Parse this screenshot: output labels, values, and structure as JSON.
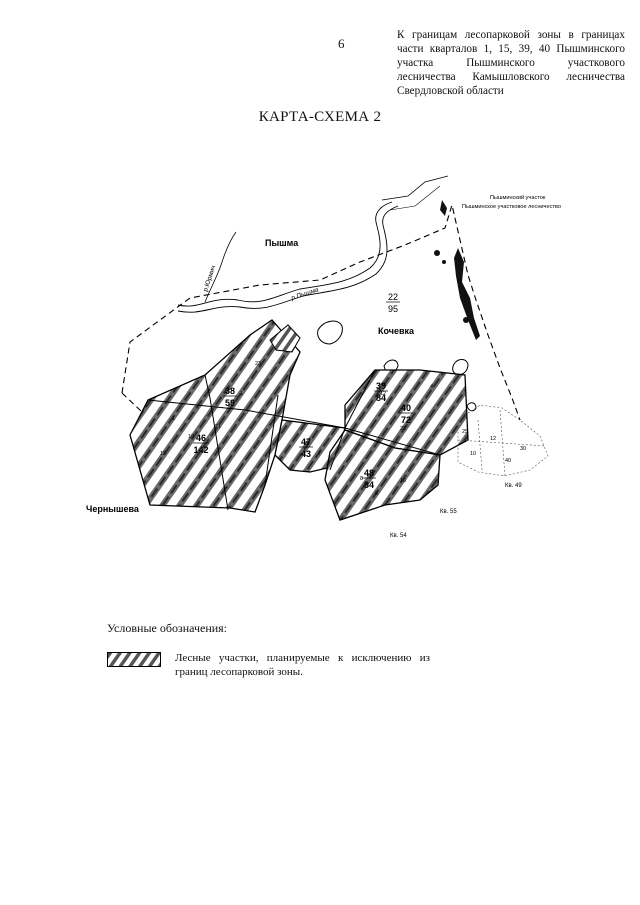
{
  "page_number": "6",
  "header_note": "К границам лесопарковой зоны в границах части кварталов 1, 15, 39, 40 Пышминского участка Пышминского участкового лесничества Камышловского лесничества Свердловской области",
  "map_title": "КАРТА-СХЕМА 2",
  "places": {
    "pyshma": "Пышма",
    "kochevka": "Кочевка",
    "chernysheva": "Чернышева"
  },
  "rivers": {
    "yurmich": "р.Юрмич",
    "pyshma": "р.Пышма"
  },
  "district_label_line1": "Пышминский участок",
  "district_label_line2": "Пышминское участковое лесничество",
  "quarters": [
    {
      "num": "22",
      "area": "95"
    },
    {
      "num": "38",
      "area": "59"
    },
    {
      "num": "39",
      "area": "84"
    },
    {
      "num": "40",
      "area": "72"
    },
    {
      "num": "46",
      "area": "142"
    },
    {
      "num": "47",
      "area": "43"
    },
    {
      "num": "48",
      "area": "84"
    }
  ],
  "adjacent_quarters": [
    "Кв. 49",
    "Кв. 55",
    "Кв. 54"
  ],
  "legend": {
    "title": "Условные обозначения:",
    "item": "Лесные участки, планируемые к исключению из границ лесопарковой зоны."
  },
  "colors": {
    "hatch_fill": "#4a4a4a",
    "boundary": "#000000"
  }
}
